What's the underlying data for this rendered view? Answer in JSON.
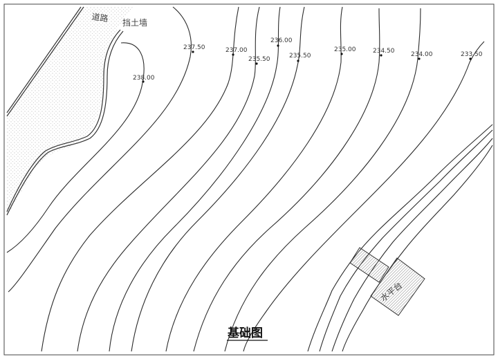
{
  "map": {
    "title": "基础图",
    "road_label": "道路",
    "retaining_wall_label": "挡土墙",
    "platform_label": "水平台",
    "elevation_labels": [
      {
        "id": "e23750",
        "text": "237.50"
      },
      {
        "id": "e23700",
        "text": "237.00"
      },
      {
        "id": "e23600",
        "text": "236.00"
      },
      {
        "id": "e23550",
        "text": "235.50"
      },
      {
        "id": "e23550b",
        "text": "235.50"
      },
      {
        "id": "e23500",
        "text": "235.00"
      },
      {
        "id": "e23450",
        "text": "234.50"
      },
      {
        "id": "e23400",
        "text": "234.00"
      },
      {
        "id": "e23350",
        "text": "233.50"
      },
      {
        "id": "e23800",
        "text": "238.00"
      }
    ]
  }
}
